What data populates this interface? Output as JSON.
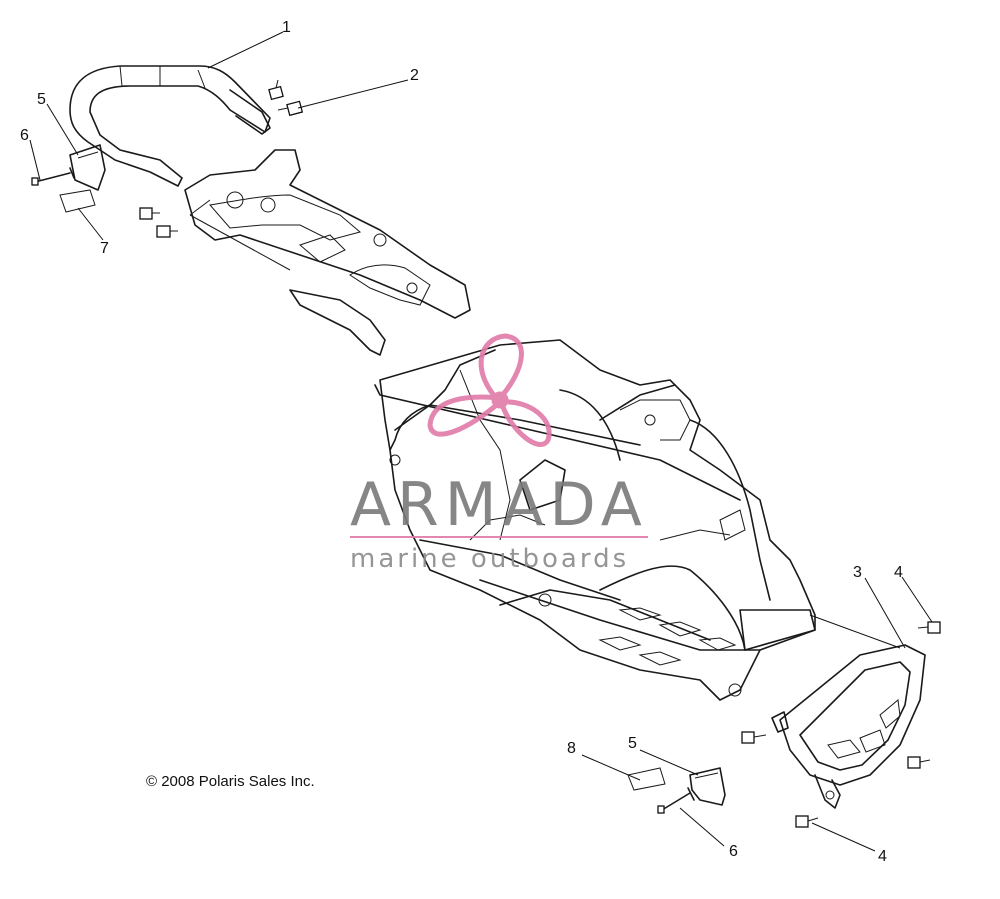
{
  "diagram": {
    "copyright": "© 2008 Polaris Sales Inc.",
    "callouts": [
      {
        "id": "c1",
        "label": "1"
      },
      {
        "id": "c2",
        "label": "2"
      },
      {
        "id": "c3",
        "label": "3"
      },
      {
        "id": "c4a",
        "label": "4"
      },
      {
        "id": "c4b",
        "label": "4"
      },
      {
        "id": "c5a",
        "label": "5"
      },
      {
        "id": "c5b",
        "label": "5"
      },
      {
        "id": "c6a",
        "label": "6"
      },
      {
        "id": "c6b",
        "label": "6"
      },
      {
        "id": "c7",
        "label": "7"
      },
      {
        "id": "c8",
        "label": "8"
      }
    ]
  },
  "watermark": {
    "title": "ARMADA",
    "subtitle": "marine outboards",
    "colors": {
      "text": "#7a7a7a",
      "accent": "#e07aa8"
    }
  }
}
